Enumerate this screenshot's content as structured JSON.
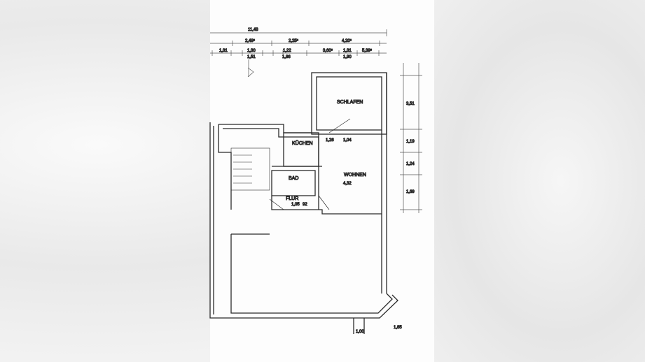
{
  "plan": {
    "rooms": {
      "schlafen": "SCHLAFEN",
      "kuechen": "KÜCHEN",
      "bad": "BAD",
      "wohnen": "WOHNEN",
      "flur": "FLUR"
    },
    "dimensions": {
      "overall": "11,48",
      "row1": [
        "2,48⁵",
        "2,25⁵",
        "4,20⁵"
      ],
      "row2": [
        "1,31",
        "1,30",
        "1,22",
        "3,60⁵",
        "1,31",
        "5,39⁵"
      ],
      "row2_sub": [
        "1,51",
        "1,86",
        "1,90"
      ],
      "wohnen_width": "4,32",
      "flur_dims": [
        "1,05",
        "92"
      ],
      "kitchen_dims": [
        "1,26",
        "1,04"
      ],
      "right_chain": [
        "3,51",
        "1,19",
        "1,24",
        "1,69"
      ],
      "bay": [
        "1,85",
        "1,00"
      ]
    },
    "colors": {
      "wall": "#2a2a2a",
      "line": "#555555"
    }
  }
}
